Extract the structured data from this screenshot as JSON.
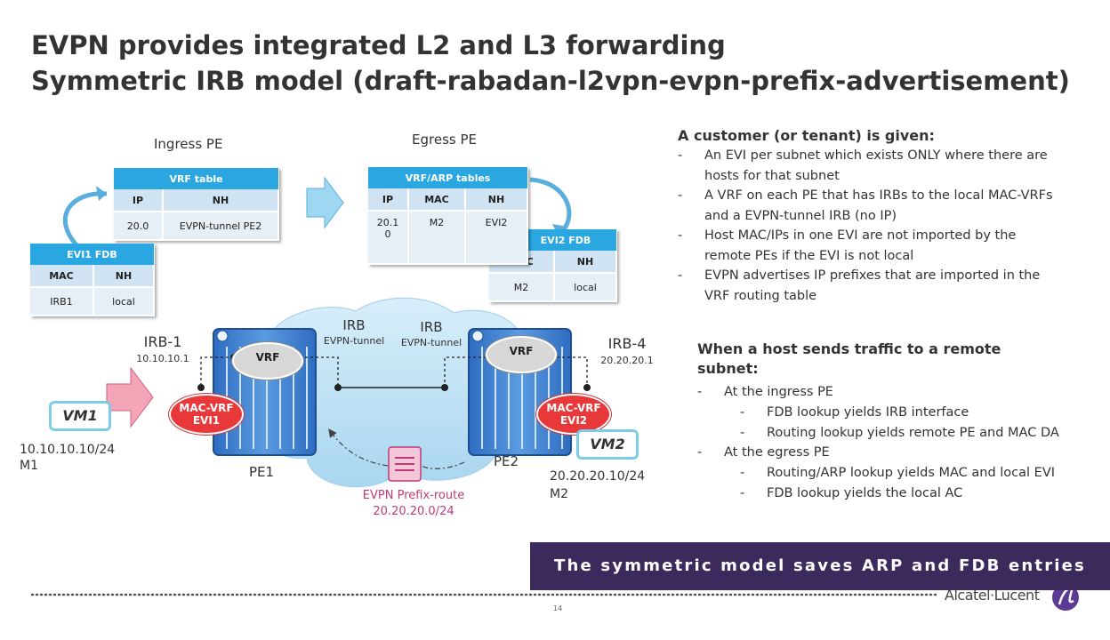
{
  "title": "EVPN provides integrated L2 and L3 forwarding",
  "subtitle": "Symmetric IRB model (draft-rabadan-l2vpn-evpn-prefix-advertisement)",
  "diagram": {
    "ingress_label": "Ingress PE",
    "egress_label": "Egress PE",
    "vrf_table": {
      "caption": "VRF table",
      "headers": [
        "IP",
        "NH"
      ],
      "rows": [
        [
          "20.0",
          "EVPN-tunnel PE2"
        ]
      ]
    },
    "evi1_fdb": {
      "caption": "EVI1 FDB",
      "headers": [
        "MAC",
        "NH"
      ],
      "rows": [
        [
          "IRB1",
          "local"
        ]
      ]
    },
    "vrf_arp_tables": {
      "caption": "VRF/ARP tables",
      "headers": [
        "IP",
        "MAC",
        "NH"
      ],
      "rows": [
        [
          "20.1\n0",
          "M2",
          "EVI2"
        ]
      ]
    },
    "evi2_fdb": {
      "caption": "EVI2 FDB",
      "headers": [
        "MAC",
        "NH"
      ],
      "rows": [
        [
          "M2",
          "local"
        ]
      ]
    },
    "irb_left": {
      "label": "IRB",
      "sub": "EVPN-tunnel"
    },
    "irb_right": {
      "label": "IRB",
      "sub": "EVPN-tunnel"
    },
    "irb1": {
      "label": "IRB-1",
      "ip": "10.10.10.1"
    },
    "irb4": {
      "label": "IRB-4",
      "ip": "20.20.20.1"
    },
    "vrf_label": "VRF",
    "mac_vrf1": {
      "line1": "MAC-VRF",
      "line2": "EVI1"
    },
    "mac_vrf2": {
      "line1": "MAC-VRF",
      "line2": "EVI2"
    },
    "pe1": "PE1",
    "pe2": "PE2",
    "vm1": {
      "name": "VM1",
      "ip": "10.10.10.10/24",
      "mac": "M1"
    },
    "vm2": {
      "name": "VM2",
      "ip": "20.20.20.10/24",
      "mac": "M2"
    },
    "prefix_route": {
      "line1": "EVPN Prefix-route",
      "line2": "20.20.20.0/24"
    }
  },
  "customer": {
    "heading": "A customer (or tenant) is given:",
    "items": [
      "An EVI per subnet which exists ONLY where there are hosts for that subnet",
      "A VRF on each PE that has IRBs to the local MAC-VRFs and a EVPN-tunnel IRB (no IP)",
      "Host MAC/IPs in one EVI are not imported by the remote PEs if the EVI is not local",
      "EVPN advertises IP prefixes that are imported in the VRF routing table"
    ]
  },
  "host": {
    "heading": "When a host sends traffic to a remote subnet:",
    "ingress": "At the ingress PE",
    "ingress_items": [
      "FDB lookup yields IRB interface",
      "Routing lookup yields remote PE and MAC DA"
    ],
    "egress": "At the egress PE",
    "egress_items": [
      "Routing/ARP lookup yields MAC and local EVI",
      "FDB lookup yields the local AC"
    ]
  },
  "banner": "The symmetric model saves ARP and FDB entries",
  "page_number": "14",
  "logo": "Alcatel·Lucent",
  "colors": {
    "table_header": "#2aa7e0",
    "mac_vrf": "#e8383a",
    "banner": "#3d2a5c",
    "cloud": "#bfe3f4",
    "router": "#3a78c9",
    "route": "#c0397b"
  }
}
